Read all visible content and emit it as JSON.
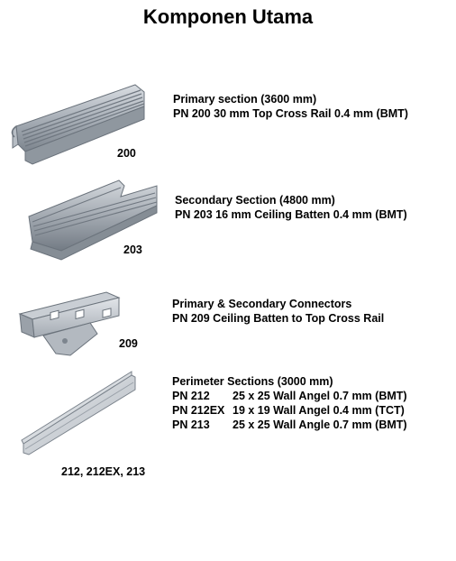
{
  "title": "Komponen Utama",
  "components": [
    {
      "label": "200",
      "lines": [
        "Primary section (3600 mm)",
        "PN 200 30 mm Top Cross Rail 0.4 mm (BMT)"
      ]
    },
    {
      "label": "203",
      "lines": [
        "Secondary Section (4800 mm)",
        "PN 203 16 mm Ceiling Batten 0.4 mm (BMT)"
      ]
    },
    {
      "label": "209",
      "lines": [
        "Primary & Secondary Connectors",
        "PN 209 Ceiling Batten to Top Cross Rail"
      ]
    },
    {
      "label": "212, 212EX, 213",
      "heading": "Perimeter Sections (3000 mm)",
      "rows": [
        {
          "pn": "PN 212",
          "spec": "25 x 25 Wall Angel 0.7 mm (BMT)"
        },
        {
          "pn": "PN 212EX",
          "spec": "19 x 19 Wall Angel 0.4 mm (TCT)"
        },
        {
          "pn": "PN 213",
          "spec": "25 x 25 Wall Angle 0.7 mm (BMT)"
        }
      ]
    }
  ]
}
